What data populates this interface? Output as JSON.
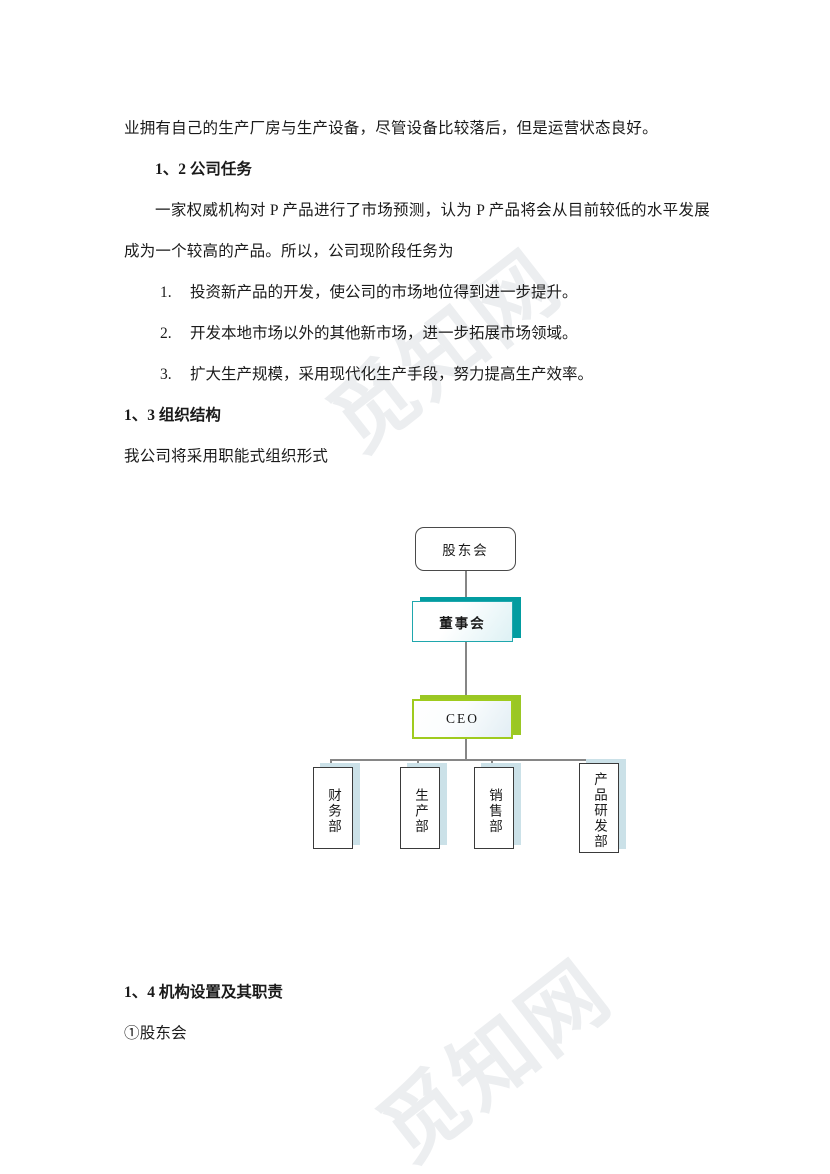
{
  "document": {
    "paragraphs": [
      {
        "id": "p-intro",
        "text": "业拥有自己的生产厂房与生产设备，尽管设备比较落后，但是运营状态良好。"
      }
    ],
    "heading_1_2": "1、2 公司任务",
    "body_1_2": "一家权威机构对 P 产品进行了市场预测，认为 P 产品将会从目前较低的水平发展成为一个较高的产品。所以，公司现阶段任务为",
    "tasks": [
      "投资新产品的开发，使公司的市场地位得到进一步提升。",
      "开发本地市场以外的其他新市场，进一步拓展市场领域。",
      "扩大生产规模，采用现代化生产手段，努力提高生产效率。"
    ],
    "heading_1_3": "1、3 组织结构",
    "body_1_3": "我公司将采用职能式组织形式",
    "heading_1_4": "1、4 机构设置及其职责",
    "body_1_4": "①股东会"
  },
  "org_chart": {
    "shareholders": "股东会",
    "board": "董事会",
    "ceo": "CEO",
    "departments": [
      "财务部",
      "生产部",
      "销售部",
      "产品研发部"
    ],
    "colors": {
      "board_border": "#1fa7ad",
      "board_shadow": "#029ca0",
      "ceo_border": "#9fcb1e",
      "ceo_shadow": "#9ac724",
      "dept_border": "#3a3a3a",
      "dept_shadow": "#cbe1e8",
      "connector": "#868686",
      "shareholders_border": "#4a4a4a"
    }
  },
  "watermark": {
    "text_1": "觅知网",
    "text_2": "觅知网"
  }
}
